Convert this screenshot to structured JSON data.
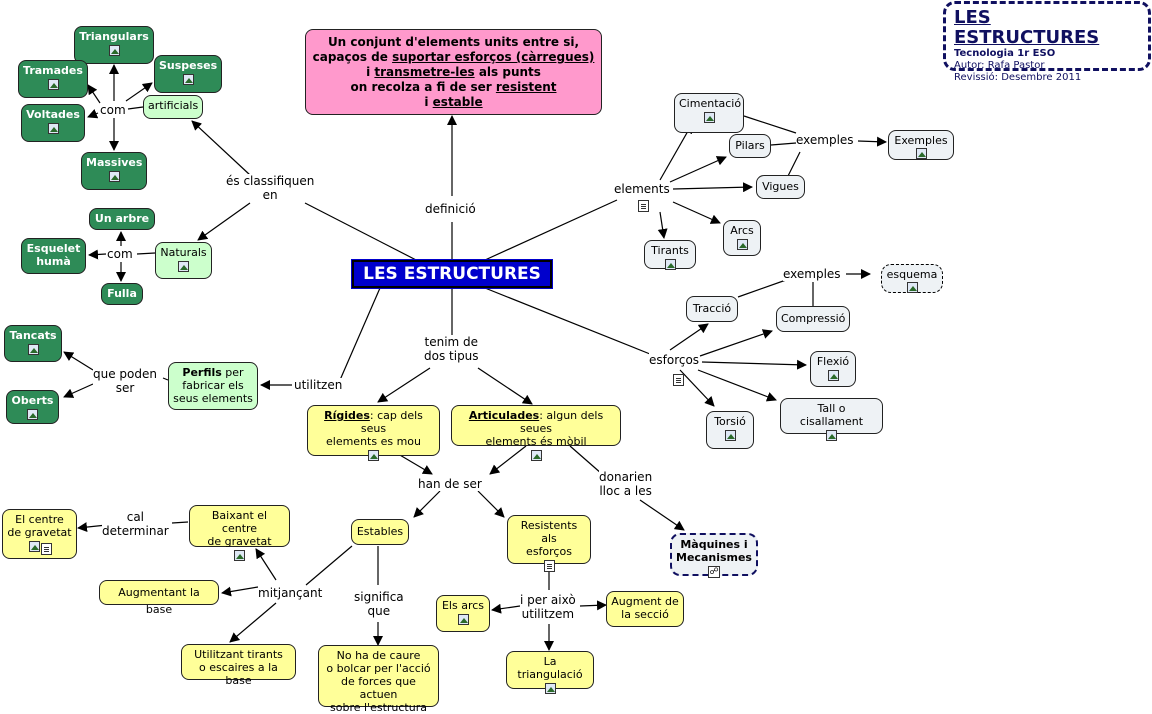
{
  "title_box": {
    "title": "LES ESTRUCTURES",
    "subtitle": "Tecnologia 1r ESO",
    "author": "Autor: Rafa Pastor",
    "revision": "Revissió: Desembre 2011"
  },
  "main_node": "LES ESTRUCTURES",
  "definition": {
    "line1": "Un conjunt d'elements units entre si,",
    "line2a": "capaços de ",
    "line2b": "suportar esforços (càrregues)",
    "line3a": "i ",
    "line3b": "transmetre-les",
    "line3c": " als punts",
    "line4a": "on recolza a fi de ser ",
    "line4b": "resistent",
    "line5a": "i ",
    "line5b": "estable"
  },
  "labels": {
    "definicio": "definició",
    "classifiquen": "és classifiquen\nen",
    "com1": "com",
    "com2": "com",
    "elements": "elements",
    "exemples1": "exemples",
    "exemples2": "exemples",
    "esforcos": "esforços",
    "tenim": "tenim de\ndos tipus",
    "utilitzen": "utilitzen",
    "que_poden": "que poden\nser",
    "han_de_ser": "han de ser",
    "donarien": "donarien\nlloc a les",
    "cal": "cal\ndeterminar",
    "mitjancant": "mitjançant",
    "significa": "significa\nque",
    "per_aixo": "i per això\nutilitzem"
  },
  "nodes": {
    "triangulars": "Triangulars",
    "suspeses": "Suspeses",
    "tramades": "Tramades",
    "artificials": "artificials",
    "voltades": "Voltades",
    "massives": "Massives",
    "un_arbre": "Un arbre",
    "esquelet": "Esquelet\nhumà",
    "naturals": "Naturals",
    "fulla": "Fulla",
    "tancats": "Tancats",
    "oberts": "Oberts",
    "perfils_b": "Perfils",
    "perfils_r": " per\nfabricar els\nseus elements",
    "fonamentacio": "Cimentació",
    "pilars": "Pilars",
    "exemples_node": "Exemples",
    "vigues": "Vigues",
    "arcs": "Arcs",
    "tirants": "Tirants",
    "esquema": "esquema",
    "traccio": "Tracció",
    "compressio": "Compressió",
    "flexio": "Flexió",
    "tall": "Tall o cisallament",
    "torsio": "Torsió",
    "rigides_b": "Rígides",
    "rigides_r": ": cap dels seus\nelements es mou",
    "articulades_b": "Articulades",
    "articulades_r": ": algun dels seues\nelements és mòbil",
    "maquines": "Màquines i\nMecanismes",
    "centre": "El centre\nde gravetat",
    "baixant": "Baixant el centre\nde gravetat",
    "estables": "Estables",
    "resistents": "Resistents als\nesforços",
    "augmentant": "Augmentant la base",
    "utilitzant": "Utilitzant tirants\no escaires a la base",
    "no_ha": "No ha de caure\no bolcar per l'acció\nde forces que actuen\nsobre l'estructura",
    "els_arcs": "Els arcs",
    "augment_seccio": "Augment de\nla secció",
    "triangulacio": "La triangulació"
  },
  "colors": {
    "main": "#0000cc",
    "definition": "#ff99cc",
    "dark_green": "#2e8b57",
    "light_green": "#ccffcc",
    "yellow": "#ffff99",
    "grey": "#eef2f5"
  }
}
